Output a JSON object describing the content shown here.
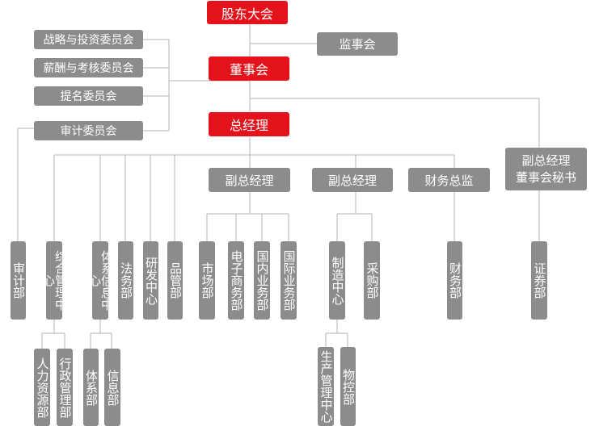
{
  "top": {
    "shareholders": "股东大会",
    "supervisors": "监事会",
    "board": "董事会",
    "gm": "总经理"
  },
  "committees": [
    "战略与投资委员会",
    "薪酬与考核委员会",
    "提名委员会",
    "审计委员会"
  ],
  "managers": {
    "vgm1": "副总经理",
    "vgm2": "副总经理",
    "cfo": "财务总监",
    "secretary_line1": "副总经理",
    "secretary_line2": "董事会秘书"
  },
  "departments": {
    "audit": "审计部",
    "admin_mgmt_center": "综合管理中心",
    "system_info_center": "体系信息中心",
    "legal": "法务部",
    "rnd_center": "研发中心",
    "quality": "品管部",
    "market": "市场部",
    "ecommerce": "电子商务部",
    "domestic": "国内业务部",
    "international": "国际业务部",
    "manufacturing_center": "制造中心",
    "purchasing": "采购部",
    "finance": "财务部",
    "securities": "证券部"
  },
  "sub_departments": {
    "hr": "人力资源部",
    "admin": "行政管理部",
    "system": "体系部",
    "info": "信息部",
    "production_center": "生产管理中心",
    "material_control": "物控部"
  }
}
